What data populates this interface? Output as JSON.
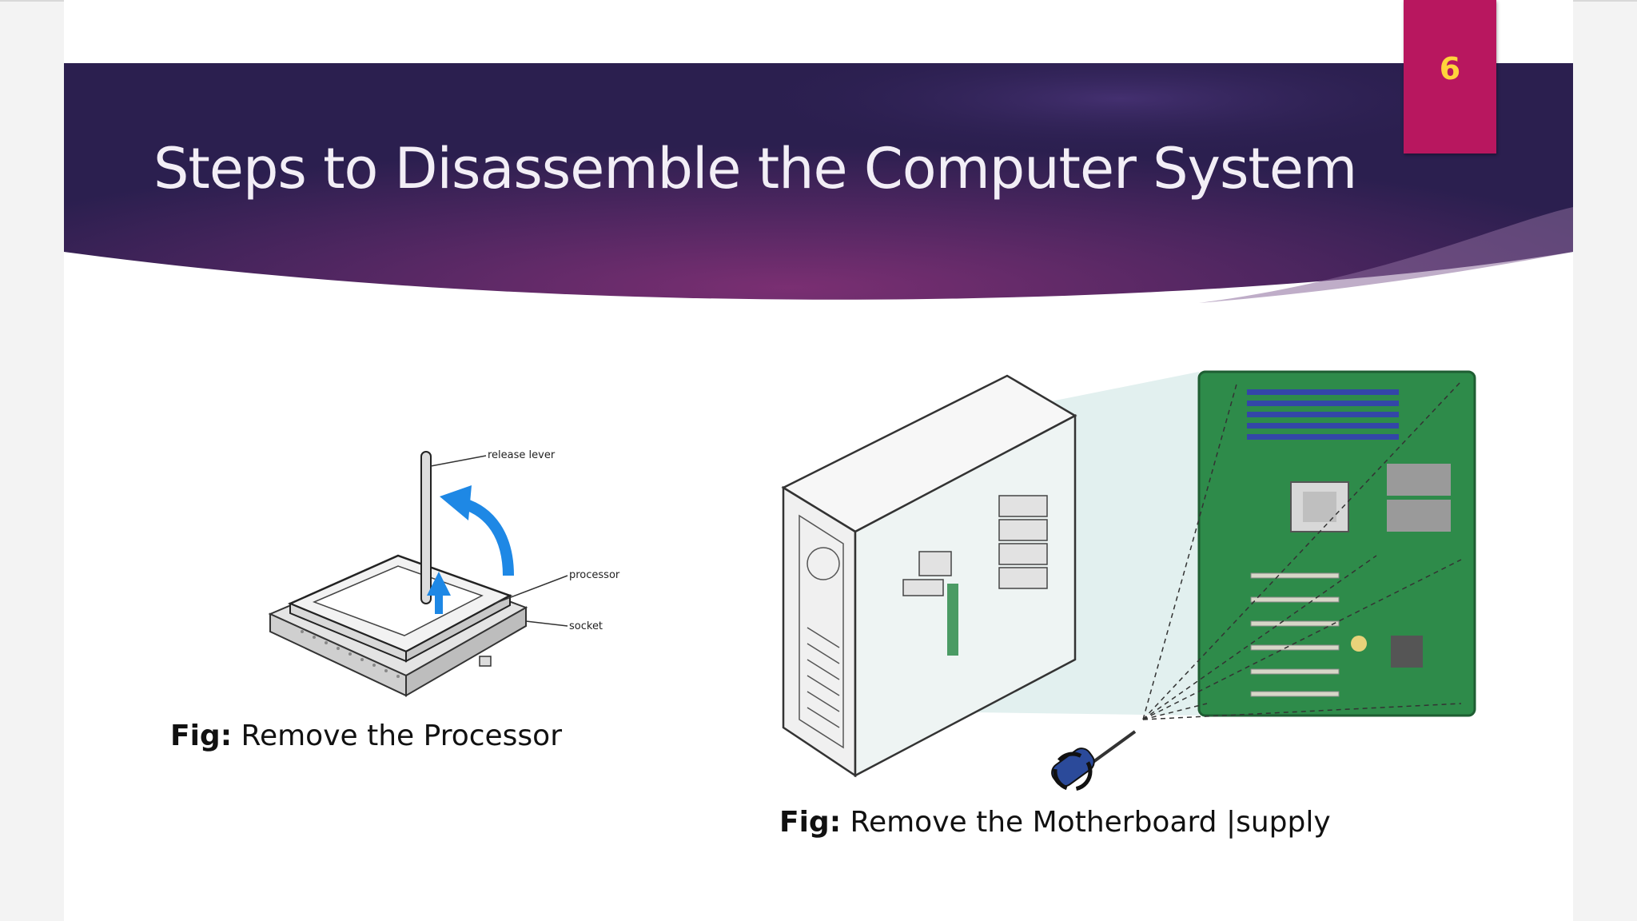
{
  "slide": {
    "title": "Steps to Disassemble the Computer System",
    "page_number": "6"
  },
  "colors": {
    "banner_dark": "#2b1f4f",
    "banner_mid": "#5a2a66",
    "banner_glow": "#7a2f72",
    "page_tab": "#b8175f",
    "page_number_text": "#ffd43b",
    "arrow_blue": "#1e88e5",
    "board_green": "#2e8b4a"
  },
  "figure_processor": {
    "labels": {
      "release_lever": "release lever",
      "processor": "processor",
      "socket": "socket"
    },
    "caption_prefix": "Fig:",
    "caption_text": " Remove the Processor"
  },
  "figure_motherboard": {
    "caption_prefix": "Fig:",
    "caption_text": " Remove the Motherboard |supply"
  },
  "icons": [
    "upward-arrow-icon",
    "curved-arrow-icon",
    "screwdriver-icon"
  ]
}
